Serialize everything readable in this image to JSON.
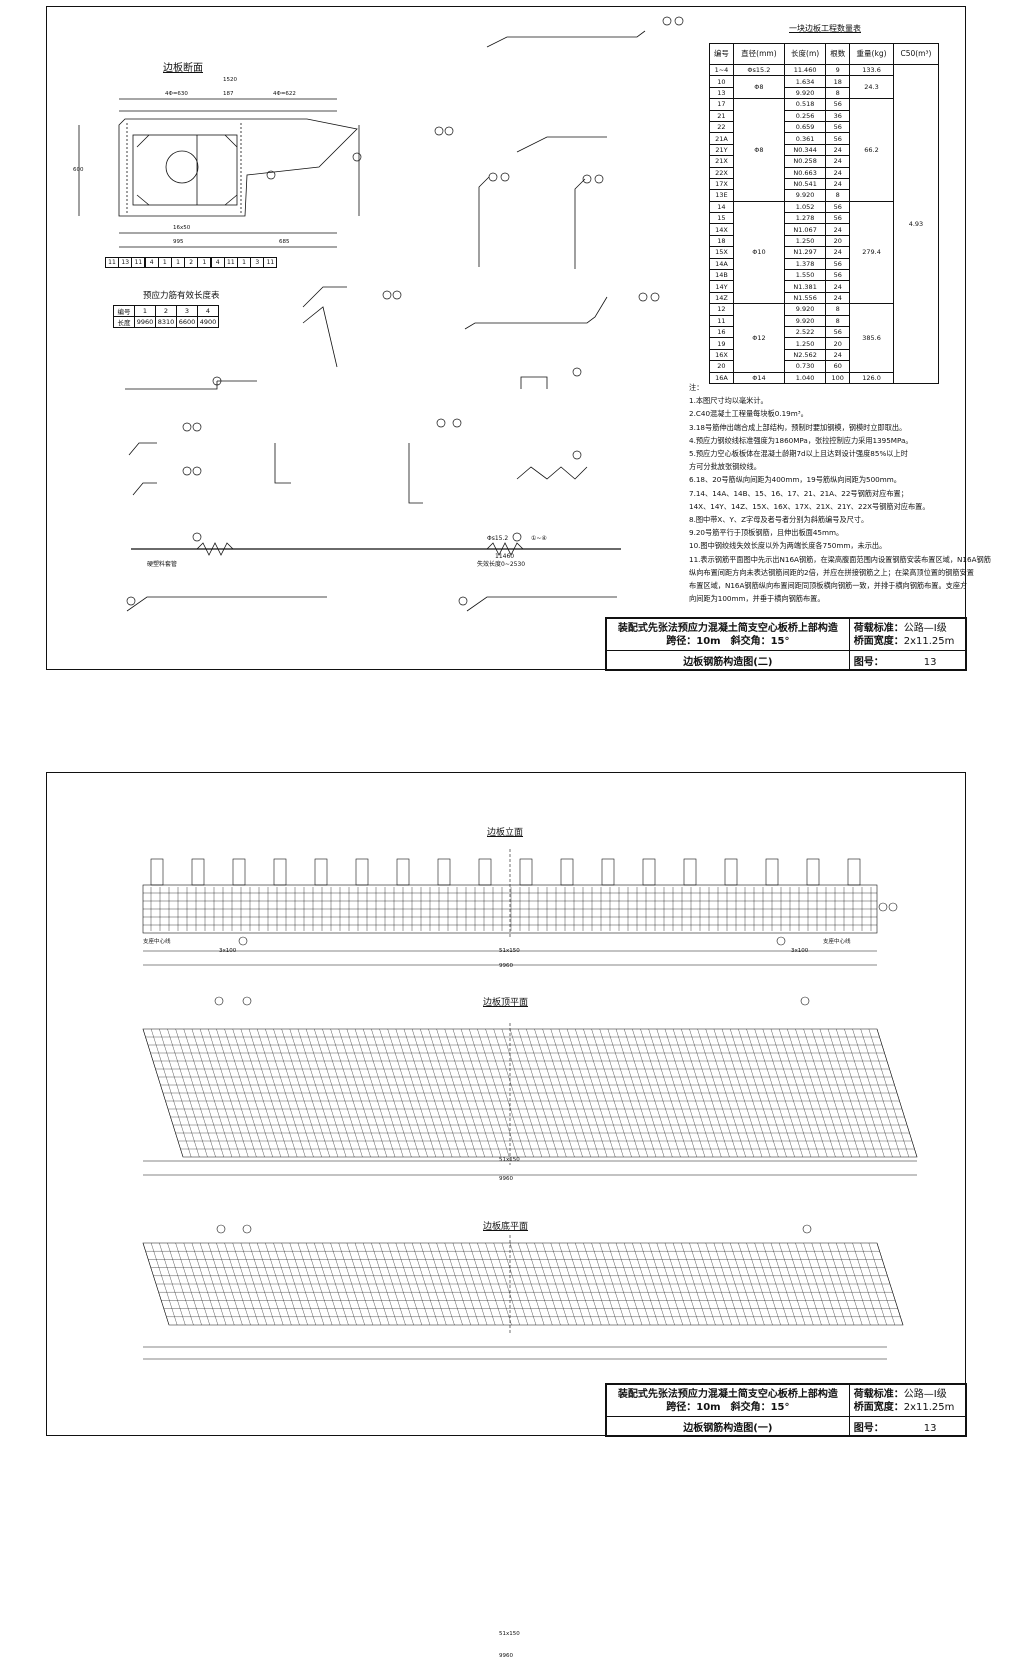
{
  "sheet1": {
    "section_title": "边板断面",
    "prestress_table": {
      "title": "预应力筋有效长度表",
      "header": [
        "编号",
        "1",
        "2",
        "3",
        "4"
      ],
      "row": [
        "长度",
        "9960",
        "8310",
        "6600",
        "4900"
      ]
    },
    "quantity_table": {
      "title": "一块边板工程数量表",
      "headers": [
        "编号",
        "直径(mm)",
        "长度(m)",
        "根数",
        "重量(kg)",
        "C50(m³)"
      ],
      "rows": [
        [
          "1~4",
          "Φs15.2",
          "11.460",
          "9",
          "133.6"
        ],
        [
          "10",
          "Φ8",
          "1.634",
          "18",
          "24.3"
        ],
        [
          "13",
          "",
          "9.920",
          "8",
          ""
        ],
        [
          "17",
          "Φ8",
          "0.518",
          "56",
          "66.2"
        ],
        [
          "21",
          "",
          "0.256",
          "36",
          ""
        ],
        [
          "22",
          "",
          "0.659",
          "56",
          ""
        ],
        [
          "21A",
          "",
          "0.361",
          "56",
          ""
        ],
        [
          "21Y",
          "",
          "N0.344",
          "24",
          ""
        ],
        [
          "21X",
          "",
          "N0.258",
          "24",
          ""
        ],
        [
          "22X",
          "",
          "N0.663",
          "24",
          ""
        ],
        [
          "17X",
          "",
          "N0.541",
          "24",
          ""
        ],
        [
          "13E",
          "",
          "9.920",
          "8",
          ""
        ],
        [
          "14",
          "Φ10",
          "1.052",
          "56",
          "279.4"
        ],
        [
          "15",
          "",
          "1.278",
          "56",
          ""
        ],
        [
          "14X",
          "",
          "N1.067",
          "24",
          ""
        ],
        [
          "18",
          "",
          "1.250",
          "20",
          ""
        ],
        [
          "15X",
          "",
          "N1.297",
          "24",
          ""
        ],
        [
          "14A",
          "",
          "1.378",
          "56",
          ""
        ],
        [
          "14B",
          "",
          "1.550",
          "56",
          ""
        ],
        [
          "14Y",
          "",
          "N1.381",
          "24",
          ""
        ],
        [
          "14Z",
          "",
          "N1.556",
          "24",
          ""
        ],
        [
          "12",
          "Φ12",
          "9.920",
          "8",
          "385.6"
        ],
        [
          "11",
          "",
          "9.920",
          "8",
          ""
        ],
        [
          "16",
          "",
          "2.522",
          "56",
          ""
        ],
        [
          "19",
          "",
          "1.250",
          "20",
          ""
        ],
        [
          "16X",
          "",
          "N2.562",
          "24",
          ""
        ],
        [
          "20",
          "",
          "0.730",
          "60",
          ""
        ],
        [
          "16A",
          "Φ14",
          "1.040",
          "100",
          "126.0"
        ]
      ],
      "c50": "4.93"
    },
    "notes": [
      "注：",
      "1.本图尺寸均以毫米计。",
      "2.C40混凝土工程量每块板0.19m³。",
      "3.18号筋伸出端合成上部结构，预制时要加钢模，钢模时立即取出。",
      "4.预应力钢绞线标准强度为1860MPa，张拉控制应力采用1395MPa。",
      "5.预应力空心板板体在混凝土龄期7d以上且达到设计强度85%以上时",
      "  方可分批放张钢绞线。",
      "6.18、20号筋纵向间距为400mm，19号筋纵向间距为500mm。",
      "7.14、14A、14B、15、16、17、21、21A、22号钢筋对应布置；",
      "  14X、14Y、14Z、15X、16X、17X、21X、21Y、22X号钢筋对应布置。",
      "8.图中带X、Y、Z字母及者号者分别为斜筋编号及尺寸。",
      "9.20号筋平行于顶板钢筋，且伸出板面45mm。",
      "10.图中钢绞线失效长度以外为两端长度各750mm，未示出。",
      "11.表示钢筋平面图中先示出N16A钢筋，在梁高腹面范围内设置钢筋安装布置区域，N16A钢筋",
      "   纵向布置间距方向未表达钢筋间距的2倍，并应在拼接钢筋之上；在梁高顶位置的钢筋安置",
      "   布置区域，N16A钢筋纵向布置间距同顶板横向钢筋一致，并排于横向钢筋布置。支座方",
      "   向间距为100mm，并垂于横向钢筋布置。"
    ],
    "title_block": {
      "project": "装配式先张法预应力混凝土简支空心板桥上部构造",
      "span_label": "跨径：",
      "span": "10m",
      "skew_label": "斜交角：",
      "skew": "15°",
      "load_label": "荷载标准：",
      "load": "公路—Ⅰ级",
      "width_label": "桥面宽度：",
      "width": "2x11.25m",
      "drawing": "边板钢筋构造图(二)",
      "no_label": "图号：",
      "no": "13"
    },
    "dims": {
      "total_width": "1520",
      "bottom": "995",
      "cant": "685",
      "left_half": "4Φ=630",
      "mid": "187",
      "right_half": "4Φ=622",
      "height": "600",
      "cells": "16x50",
      "strand_label": "Φs15.2",
      "strand_nums": "①~④",
      "strand_len": "11460",
      "debond_left": "硬塑料套管",
      "debond_right": "失效长度0~2530",
      "bar_row": [
        "11",
        "13",
        "11",
        "4",
        "1",
        "1",
        "2",
        "1",
        "4",
        "11",
        "1",
        "3",
        "11"
      ]
    }
  },
  "sheet2": {
    "view1": "边板立面",
    "view2": "边板顶平面",
    "view3": "边板底平面",
    "support_left": "支座中心线",
    "support_right": "支座中心线",
    "total_len": "9960",
    "mid_spacing": "51x150",
    "end_spacing_left": "3x100",
    "end_spacing_right": "3x100",
    "title_block": {
      "project": "装配式先张法预应力混凝土简支空心板桥上部构造",
      "span_label": "跨径：",
      "span": "10m",
      "skew_label": "斜交角：",
      "skew": "15°",
      "load_label": "荷载标准：",
      "load": "公路—Ⅰ级",
      "width_label": "桥面宽度：",
      "width": "2x11.25m",
      "drawing": "边板钢筋构造图(一)",
      "no_label": "图号：",
      "no": "13"
    }
  }
}
